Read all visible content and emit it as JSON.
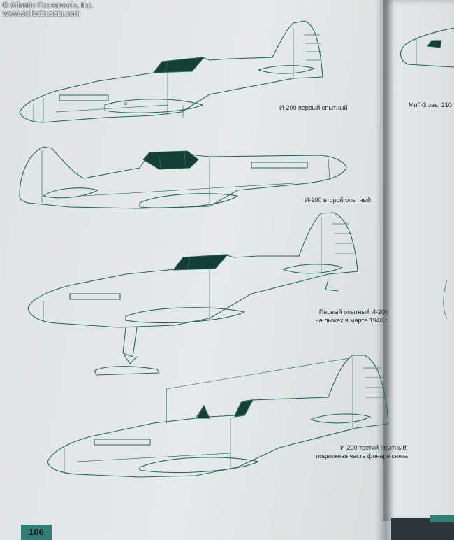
{
  "watermark": {
    "line1": "© Atlantic Crossroads, Inc.",
    "line2": "www.collectrussia.com"
  },
  "captions": {
    "first_prototype": "И-200 первый опытный",
    "second_prototype": "И-200 второй опытный",
    "skis_line1": "Первый опытный И-200",
    "skis_line2": "на лыжах в марте 1940 г.",
    "third_line1": "И-200 третий опытный,",
    "third_line2": "подвижная часть фонаря снята",
    "mig3_partial": "МиГ-3 зав.  210"
  },
  "page_number": "106",
  "colors": {
    "line_ink": "#1f6a5a",
    "accent_teal": "#2f7f78"
  }
}
